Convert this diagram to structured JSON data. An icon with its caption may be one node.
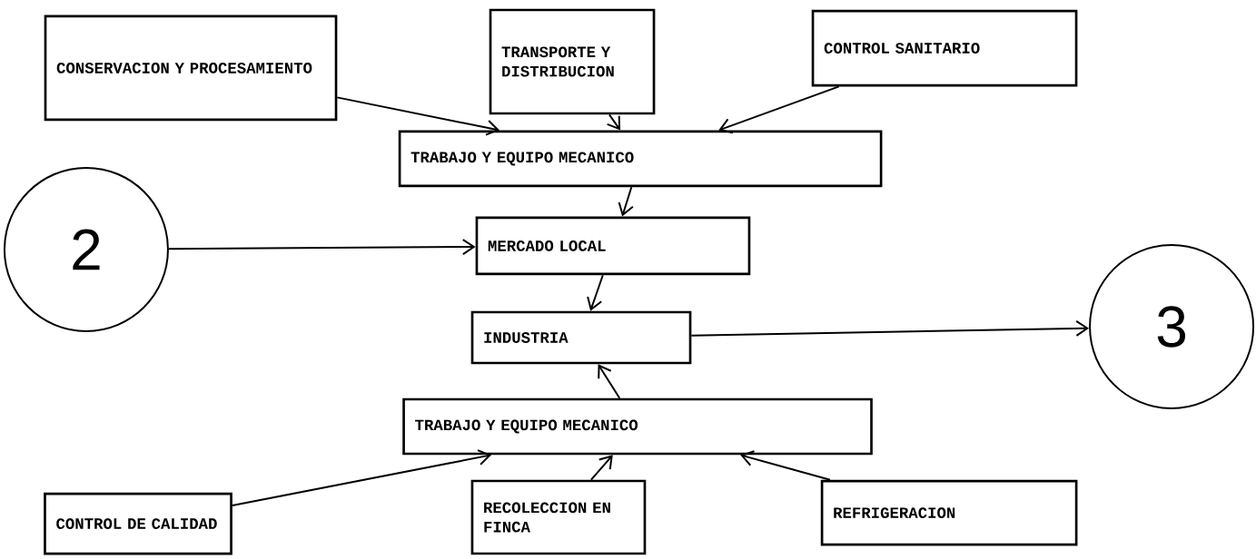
{
  "diagram": {
    "nodes": [
      {
        "text": [
          "CONSERVACION Y PROCESAMIENTO"
        ]
      },
      {
        "text": [
          "TRANSPORTE Y DISTRIBUCION"
        ]
      },
      {
        "text": [
          "CONTROL SANITARIO"
        ]
      },
      {
        "text": [
          "TRABAJO Y EQUIPO MECANICO"
        ]
      },
      {
        "text": [
          "2"
        ]
      },
      {
        "text": [
          "MERCADO LOCAL"
        ]
      },
      {
        "text": [
          "INDUSTRIA"
        ]
      },
      {
        "text": [
          "3"
        ]
      },
      {
        "text": [
          "TRABAJO Y EQUIPO MECANICO"
        ]
      },
      {
        "text": [
          "CONTROL DE CALIDAD"
        ]
      },
      {
        "text": [
          "RECOLECCION EN FINCA"
        ]
      },
      {
        "text": [
          "REFRIGERACION"
        ]
      }
    ],
    "edges": [
      {
        "from": 0,
        "to": 3,
        "arrow": "to"
      },
      {
        "from": 1,
        "to": 3,
        "arrow": "to"
      },
      {
        "from": 2,
        "to": 3,
        "arrow": "to"
      },
      {
        "from": 3,
        "to": 5,
        "arrow": "to"
      },
      {
        "from": 4,
        "to": 5,
        "arrow": "to"
      },
      {
        "from": 5,
        "to": 6,
        "arrow": "to"
      },
      {
        "from": 6,
        "to": 7,
        "arrow": "to"
      },
      {
        "from": 8,
        "to": 6,
        "arrow": "to"
      },
      {
        "from": 9,
        "to": 8,
        "arrow": "to"
      },
      {
        "from": 10,
        "to": 8,
        "arrow": "to"
      },
      {
        "from": 11,
        "to": 8,
        "arrow": "to"
      }
    ]
  }
}
